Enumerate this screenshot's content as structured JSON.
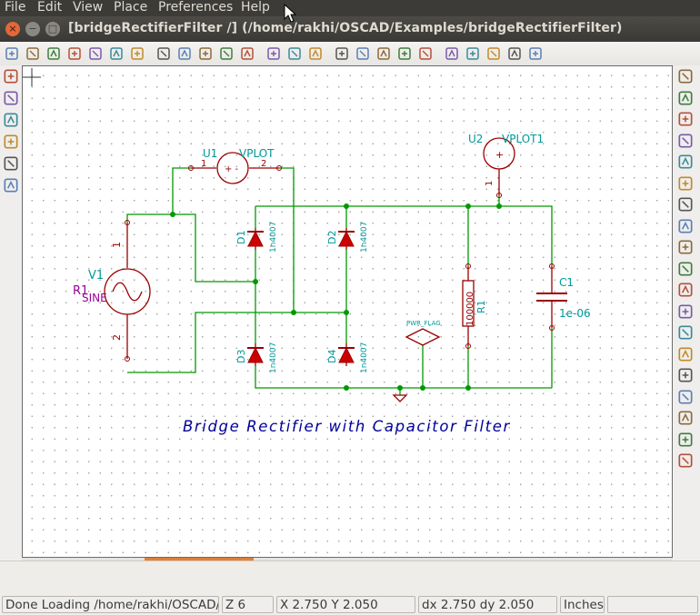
{
  "menubar": {
    "items": [
      {
        "label": "File"
      },
      {
        "label": "Edit"
      },
      {
        "label": "View"
      },
      {
        "label": "Place"
      },
      {
        "label": "Preferences"
      },
      {
        "label": "Help"
      }
    ]
  },
  "window": {
    "title": "[bridgeRectifierFilter /] (/home/rakhi/OSCAD/Examples/bridgeRectifierFilter)",
    "close_glyph": "×",
    "minimize_glyph": "−",
    "maximize_glyph": "□"
  },
  "toolbar": {
    "icons": [
      "new-schematic-icon",
      "open-icon",
      "save-icon",
      "sheet-settings-icon",
      "find-icon",
      "find-replace-icon",
      "hierarchy-icon",
      "cut-icon",
      "copy-icon",
      "paste-icon",
      "undo-icon",
      "redo-icon",
      "print-icon",
      "library-editor-icon",
      "library-browser-icon",
      "zoom-in-icon",
      "zoom-out-icon",
      "zoom-redraw-icon",
      "zoom-fit-icon",
      "navigator-icon",
      "annotate-icon",
      "erc-icon",
      "netlist-icon",
      "bom-icon",
      "pcbnew-icon"
    ]
  },
  "left_toolbar": {
    "icons": [
      "grid-toggle-icon",
      "units-inch-icon",
      "units-mm-icon",
      "cursor-shape-icon",
      "hidden-pins-icon",
      "wire-angle-icon"
    ]
  },
  "right_toolbar": {
    "icons": [
      "select-arrow-icon",
      "navigate-hierarchy-icon",
      "place-component-icon",
      "place-power-icon",
      "place-wire-icon",
      "place-bus-icon",
      "wire-bus-entry-icon",
      "bus-entry-icon",
      "no-connect-icon",
      "net-label-icon",
      "global-label-icon",
      "junction-icon",
      "hierarchical-label-icon",
      "hierarchical-sheet-icon",
      "import-sheet-pin-icon",
      "hierarchical-pin-icon",
      "graphic-line-icon",
      "text-icon",
      "image-icon"
    ]
  },
  "schematic": {
    "components": {
      "v1_ref": "V1",
      "v1_value": "SINE",
      "r1_label": "R1",
      "v1_pin1": "1",
      "v1_pin2": "2",
      "u1_ref": "U1",
      "u1_value": "VPLOT",
      "u1_pin1": "1",
      "u1_pin2": "2",
      "u1_symbol": "+ -",
      "u2_ref": "U2",
      "u2_value": "VPLOT1",
      "u2_pin1": "1",
      "u2_symbol": "+",
      "d1_ref": "D1",
      "d1_value": "1n4007",
      "d2_ref": "D2",
      "d2_value": "1n4007",
      "d3_ref": "D3",
      "d3_value": "1n4007",
      "d4_ref": "D4",
      "d4_value": "1n4007",
      "r1_ref": "R1",
      "r1_value": "100000",
      "c1_ref": "C1",
      "c1_value": "1e-06",
      "pwr_flag": "PWR_FLAG"
    },
    "caption": "Bridge Rectifier with Capacitor Filter",
    "colors": {
      "wire": "#009900",
      "component": "#990000",
      "reference": "#009999",
      "value_purple": "#990099",
      "caption": "#000099",
      "junction": "#009900"
    }
  },
  "status": {
    "message": "Done Loading /home/rakhi/OSCAD/Examples/bridgeRectifierFilter",
    "zoom": "Z 6",
    "coords": "X 2.750  Y 2.050",
    "delta": "dx 2.750  dy 2.050",
    "units": "Inches"
  }
}
